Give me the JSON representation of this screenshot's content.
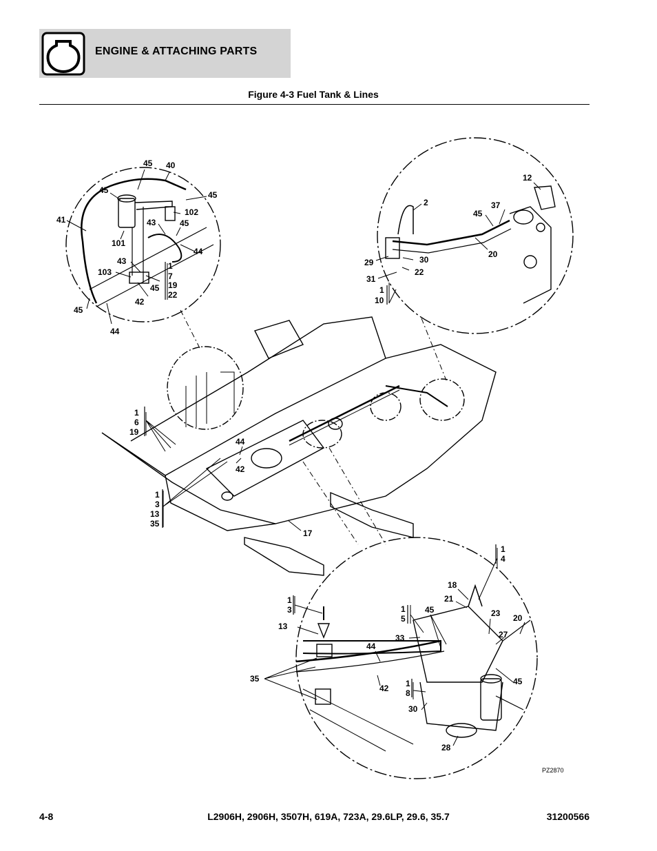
{
  "header": {
    "title": "ENGINE & ATTACHING PARTS",
    "icon": "engine-icon"
  },
  "figure": {
    "title": "Figure 4-3 Fuel Tank & Lines",
    "drawing_ref": "PZ2870",
    "callouts_top_left": [
      "45",
      "40",
      "45",
      "45",
      "102",
      "41",
      "43",
      "45",
      "101",
      "44",
      "43",
      "103",
      "1",
      "7",
      "19",
      "22",
      "45",
      "42",
      "45",
      "44"
    ],
    "callouts_top_right": [
      "12",
      "2",
      "45",
      "37",
      "20",
      "29",
      "30",
      "22",
      "31",
      "1",
      "10"
    ],
    "callouts_main": [
      "1",
      "6",
      "19",
      "44",
      "42",
      "1",
      "3",
      "13",
      "35",
      "17"
    ],
    "callouts_bottom": [
      "1",
      "4",
      "18",
      "21",
      "1",
      "3",
      "1",
      "5",
      "45",
      "23",
      "20",
      "13",
      "33",
      "27",
      "44",
      "35",
      "42",
      "45",
      "1",
      "8",
      "30",
      "28"
    ]
  },
  "footer": {
    "page": "4-8",
    "models": "L2906H, 2906H, 3507H, 619A, 723A, 29.6LP, 29.6, 35.7",
    "doc_number": "31200566"
  }
}
